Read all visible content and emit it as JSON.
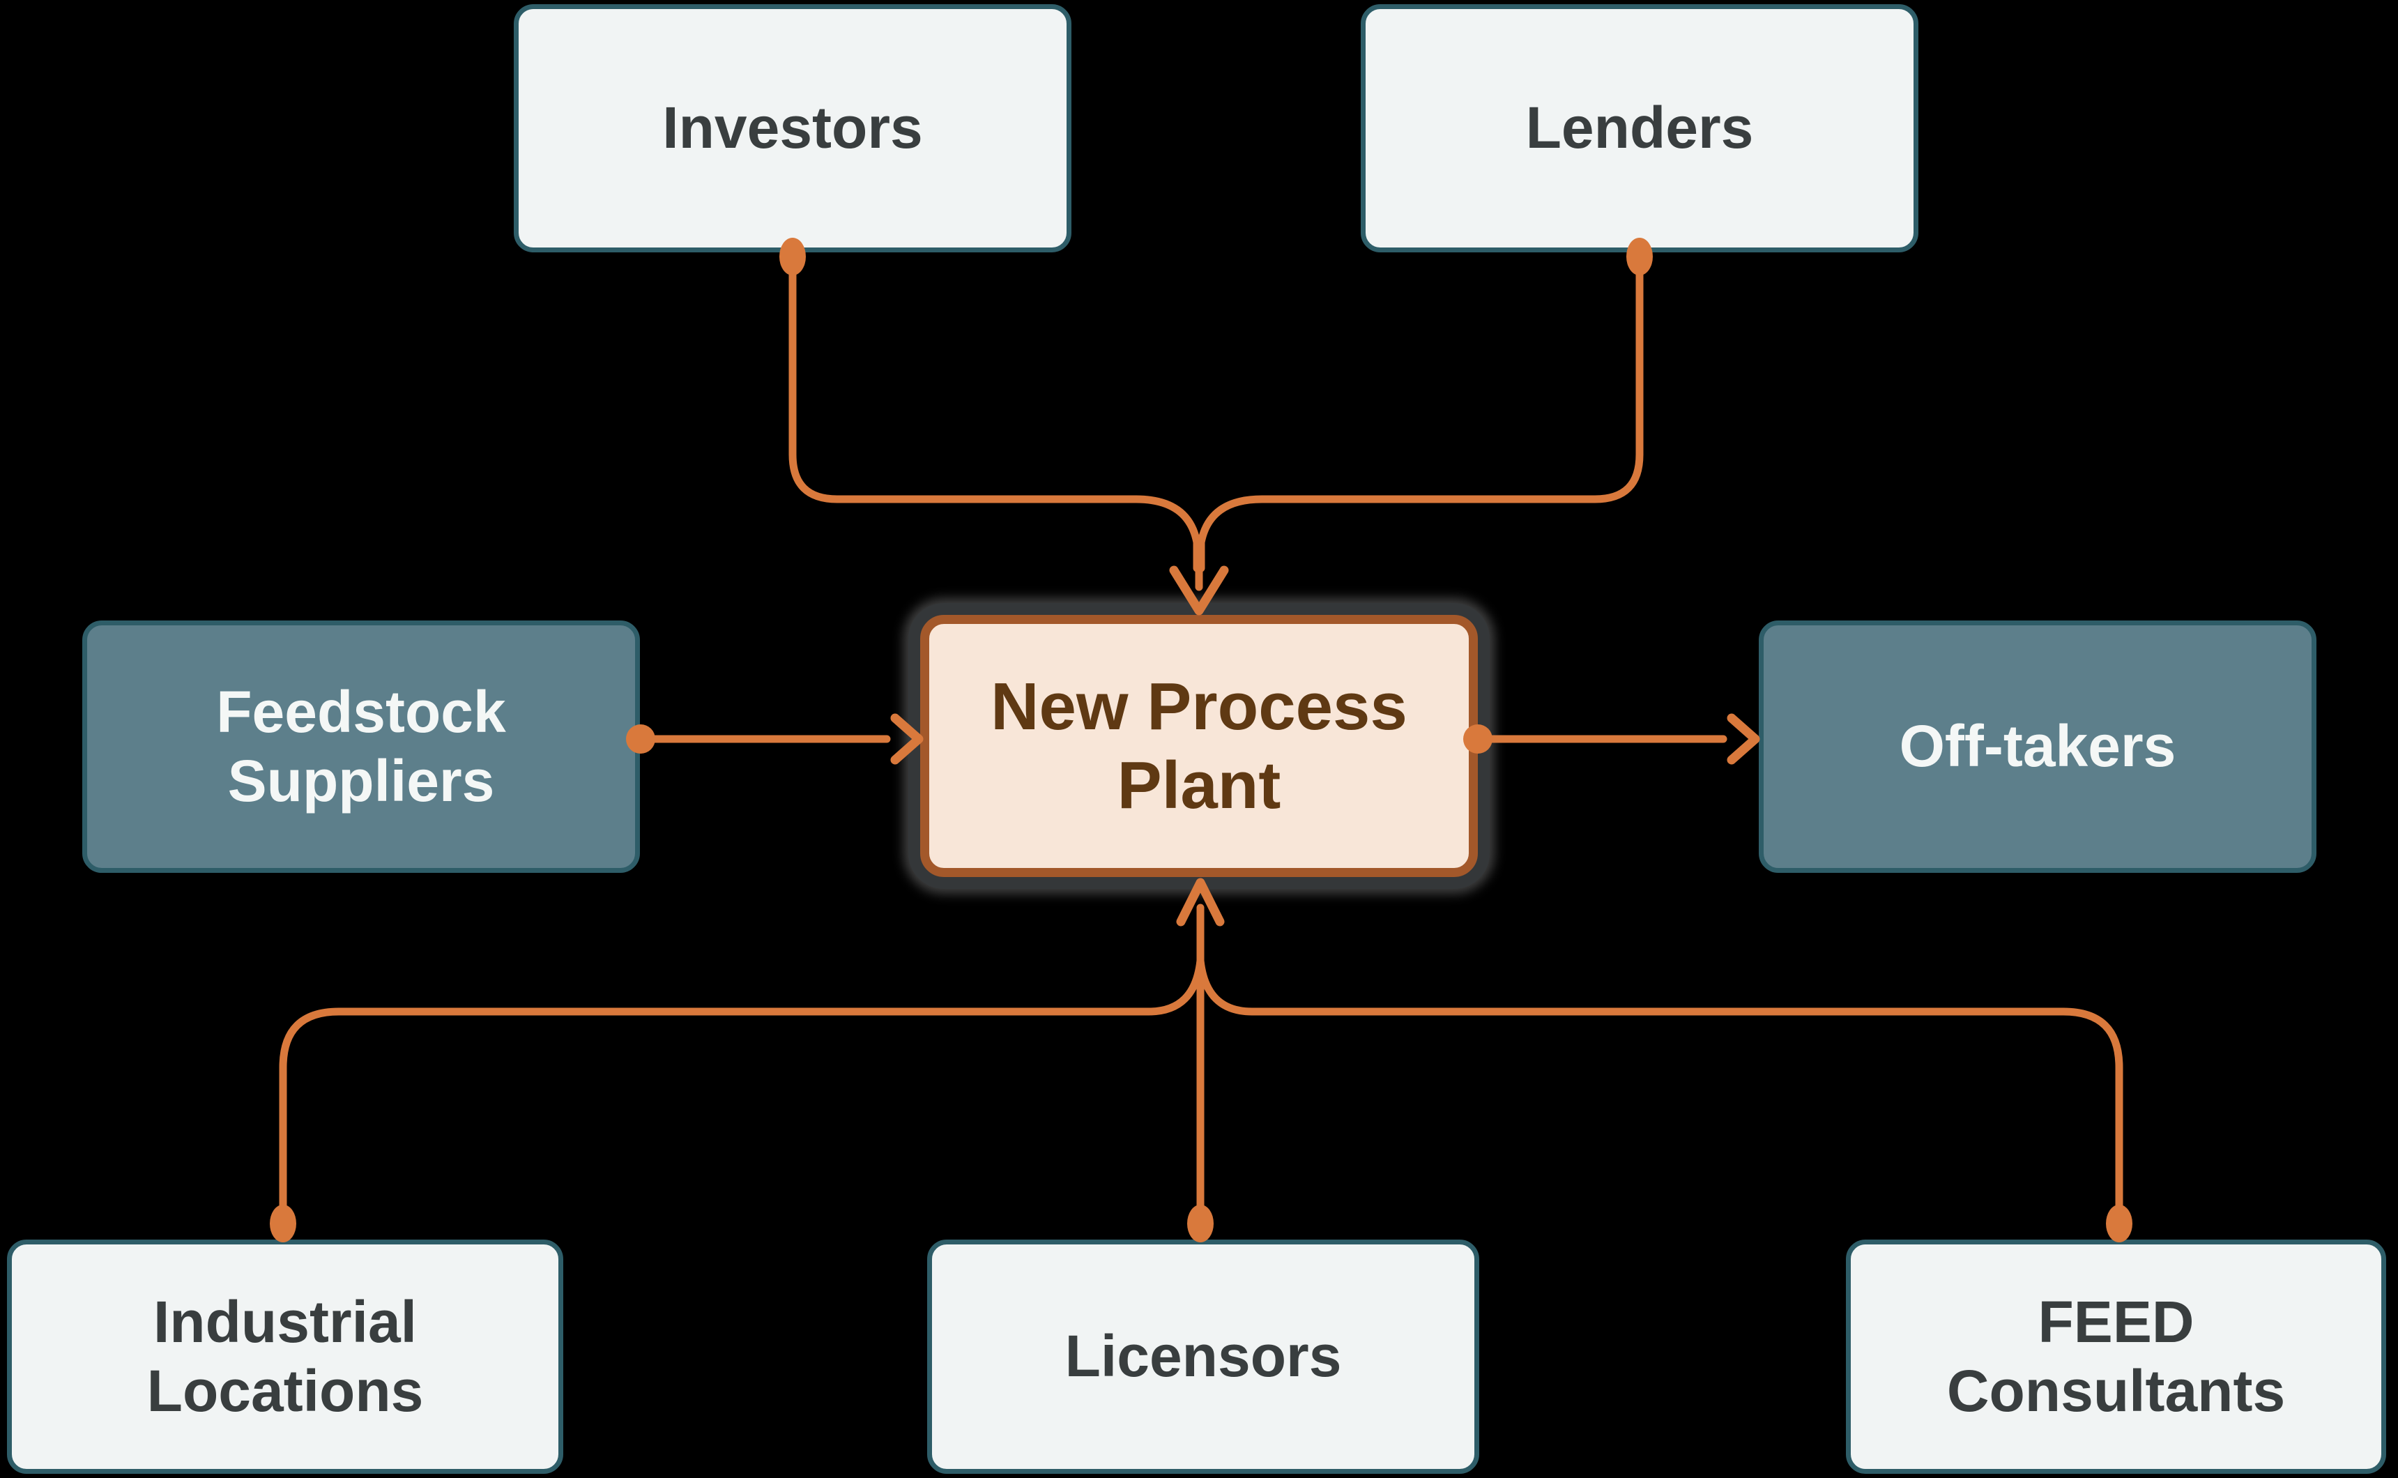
{
  "diagram": {
    "title": "New Process Plant stakeholder diagram",
    "background": "#000000",
    "nodes": {
      "investors": {
        "label": "Investors",
        "style": "light"
      },
      "lenders": {
        "label": "Lenders",
        "style": "light"
      },
      "feedstock": {
        "label": "Feedstock\nSuppliers",
        "style": "teal"
      },
      "plant": {
        "label": "New Process\nPlant",
        "style": "center"
      },
      "offtakers": {
        "label": "Off-takers",
        "style": "teal"
      },
      "industrial": {
        "label": "Industrial\nLocations",
        "style": "light"
      },
      "licensors": {
        "label": "Licensors",
        "style": "light"
      },
      "feed": {
        "label": "FEED\nConsultants",
        "style": "light"
      }
    },
    "edges": [
      {
        "from": "Investors",
        "to": "New Process Plant"
      },
      {
        "from": "Lenders",
        "to": "New Process Plant"
      },
      {
        "from": "Feedstock Suppliers",
        "to": "New Process Plant"
      },
      {
        "from": "New Process Plant",
        "to": "Off-takers"
      },
      {
        "from": "Industrial Locations",
        "to": "New Process Plant"
      },
      {
        "from": "Licensors",
        "to": "New Process Plant"
      },
      {
        "from": "FEED Consultants",
        "to": "New Process Plant"
      }
    ]
  },
  "palette": {
    "canvas_bg": "#000000",
    "connector_orange": "#D9793C",
    "teal_border": "#2E5D68",
    "light_fill": "#F1F4F4",
    "light_text": "#393E3F",
    "teal_fill": "#5D7F8B",
    "teal_text": "#F4F7F6",
    "center_fill": "#F8E6D8",
    "center_border": "#A3582A",
    "center_text": "#5F3913",
    "center_glow": "#343739"
  }
}
